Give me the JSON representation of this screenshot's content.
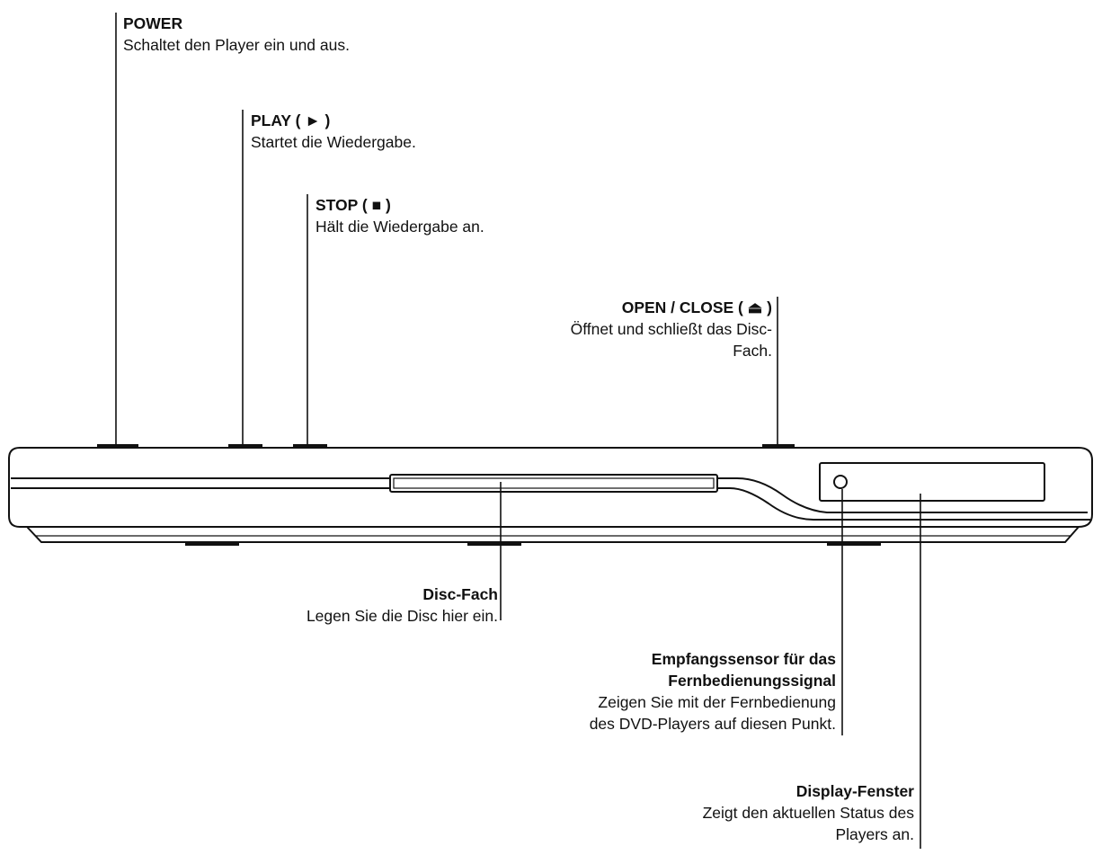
{
  "callouts": {
    "power": {
      "title": "POWER",
      "desc": "Schaltet den Player ein und aus."
    },
    "play": {
      "title_prefix": "PLAY ( ",
      "icon": "play-icon",
      "glyph": "►",
      "title_suffix": " )",
      "desc": "Startet die Wiedergabe."
    },
    "stop": {
      "title_prefix": "STOP ( ",
      "icon": "stop-icon",
      "glyph": "■",
      "title_suffix": " )",
      "desc": "Hält die Wiedergabe an."
    },
    "open_close": {
      "title_prefix": "OPEN / CLOSE ( ",
      "icon": "eject-icon",
      "glyph": "⏏",
      "title_suffix": " )",
      "desc_line1": "Öffnet und schließt das Disc-",
      "desc_line2": "Fach."
    },
    "disc_tray": {
      "title": "Disc-Fach",
      "desc": "Legen Sie die Disc hier ein."
    },
    "remote_sensor": {
      "title_line1": "Empfangssensor für das",
      "title_line2": "Fernbedienungssignal",
      "desc_line1": "Zeigen Sie mit der Fernbedienung",
      "desc_line2": "des DVD-Players auf diesen Punkt."
    },
    "display_window": {
      "title": "Display-Fenster",
      "desc_line1": "Zeigt den aktuellen Status des",
      "desc_line2": "Players an."
    }
  },
  "colors": {
    "line": "#111111",
    "background": "#ffffff"
  }
}
